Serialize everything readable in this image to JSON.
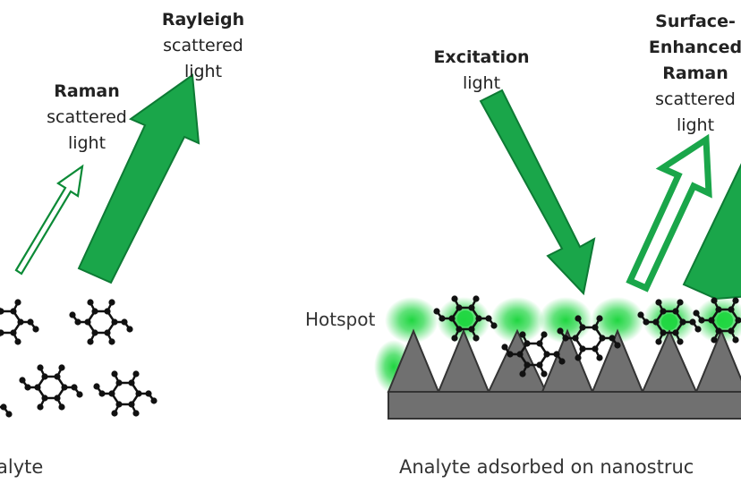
{
  "left_panel": {
    "rayleigh": {
      "title": "Rayleigh",
      "line1": "scattered",
      "line2": "light"
    },
    "raman": {
      "title": "Raman",
      "line1": "scattered",
      "line2": "light"
    },
    "caption": "alyte"
  },
  "right_panel": {
    "excitation": {
      "title": "Excitation",
      "line1": "light"
    },
    "sers": {
      "title1": "Surface-",
      "title2": "Enhanced",
      "title3": "Raman",
      "line1": "scattered",
      "line2": "light"
    },
    "hotspot": "Hotspot",
    "caption": "Analyte adsorbed on nanostruc"
  },
  "colors": {
    "arrow_green": "#1aa64a",
    "arrow_outline": "#0b8a36",
    "glow": "#22cc44",
    "substrate": "#707070",
    "molecule": "#111111"
  }
}
